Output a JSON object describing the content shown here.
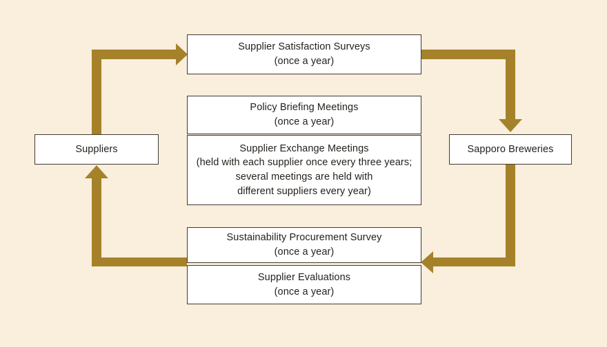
{
  "colors": {
    "background": "#faeedd",
    "arrow": "#a5822a",
    "box_fill": "#ffffff",
    "box_border": "#3f3a33",
    "text": "#231f1b"
  },
  "diagram": {
    "type": "cycle-flow",
    "title": "",
    "parties": {
      "left": "Suppliers",
      "right": "Sapporo Breweries"
    },
    "activities": [
      {
        "id": "supplier-satisfaction-surveys",
        "title": "Supplier Satisfaction Surveys",
        "frequency": "(once a year)",
        "text": "Supplier Satisfaction Surveys\n(once a year)"
      },
      {
        "id": "policy-briefing-meetings",
        "title": "Policy Briefing Meetings",
        "frequency": "(once a year)",
        "text": "Policy Briefing Meetings\n(once a year)"
      },
      {
        "id": "supplier-exchange-meetings",
        "title": "Supplier Exchange Meetings",
        "frequency": "(held with each supplier once every three years; several meetings are held with different suppliers every year)",
        "text": "Supplier Exchange Meetings\n(held with each supplier once every three years;\nseveral meetings are held with\ndifferent suppliers every year)"
      },
      {
        "id": "sustainability-procurement-survey",
        "title": "Sustainability Procurement Survey",
        "frequency": "(once a year)",
        "text": "Sustainability Procurement Survey\n(once a year)"
      },
      {
        "id": "supplier-evaluations",
        "title": "Supplier Evaluations",
        "frequency": "(once a year)",
        "text": "Supplier Evaluations\n(once a year)"
      }
    ],
    "connectors": [
      {
        "id": "suppliers-to-satisfaction",
        "from": "Suppliers",
        "to": "Supplier Satisfaction Surveys",
        "direction": "up-then-right"
      },
      {
        "id": "satisfaction-to-sapporo",
        "from": "Supplier Satisfaction Surveys",
        "to": "Sapporo Breweries",
        "direction": "right-then-down"
      },
      {
        "id": "sapporo-to-evaluations",
        "from": "Sapporo Breweries",
        "to": "Sustainability Procurement Survey / Supplier Evaluations",
        "direction": "down-then-left"
      },
      {
        "id": "evaluations-to-suppliers",
        "from": "Sustainability Procurement Survey / Supplier Evaluations",
        "to": "Suppliers",
        "direction": "left-then-up"
      }
    ]
  }
}
